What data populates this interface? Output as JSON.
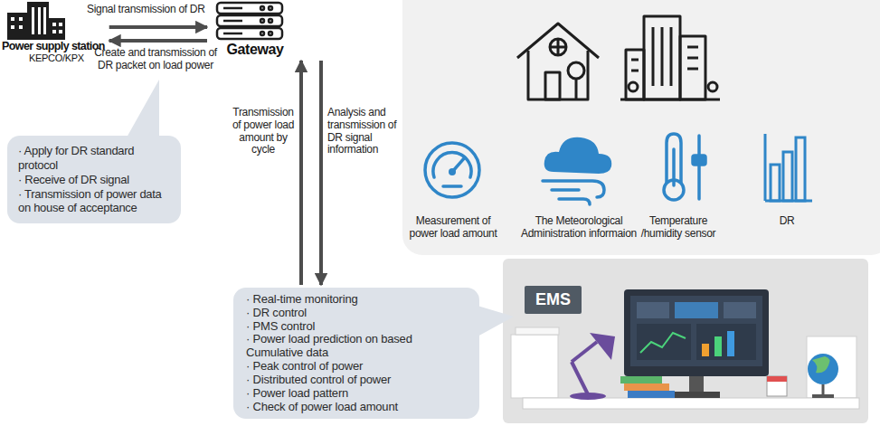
{
  "diagram": {
    "nodes": [
      {
        "text": [
          "Power supply station",
          "KEPCO/KPX"
        ]
      },
      {
        "text": [
          "Gateway"
        ]
      },
      {
        "text": [
          "· Apply for DR standard protocol",
          "· Receive of DR signal",
          "· Transmission of power data on house of acceptance"
        ]
      },
      {
        "text": [
          "· Real-time monitoring",
          "· DR control",
          "· PMS control",
          "· Power load prediction on based Cumulative data",
          "· Peak control of power",
          "· Distributed control of power",
          "· Power load pattern",
          "· Check of power load amount"
        ]
      },
      {
        "text": [
          "EMS"
        ]
      }
    ],
    "edges": [
      {
        "from": 0,
        "to": 1,
        "arrow": "to",
        "label": "Signal transmission of DR"
      },
      {
        "from": 1,
        "to": 0,
        "arrow": "to",
        "label": "Create and transmission of DR packet on load power"
      },
      {
        "from": 3,
        "to": 1,
        "arrow": "to",
        "label": "Transmission of power load amount by cycle"
      },
      {
        "from": 1,
        "to": 3,
        "arrow": "to",
        "label": "Analysis and transmission of DR signal information"
      }
    ],
    "labels": [
      "Measurement of power load amount",
      "The Meteorological Administration informaion",
      "Temperature /humidity sensor",
      "DR"
    ]
  }
}
